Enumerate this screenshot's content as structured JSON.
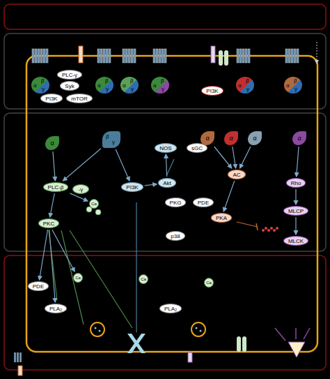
{
  "diagram": {
    "nodes": [
      {
        "text": [
          "α",
          "β",
          "γ"
        ]
      },
      {
        "text": [
          "PLC-γ"
        ]
      },
      {
        "text": [
          "Syk"
        ]
      },
      {
        "text": [
          "PI3K"
        ]
      },
      {
        "text": [
          "mTOR"
        ]
      },
      {
        "text": [
          "α",
          "β",
          "γ"
        ]
      },
      {
        "text": [
          "α",
          "β",
          "γ"
        ]
      },
      {
        "text": [
          "α",
          "β",
          "γ"
        ]
      },
      {
        "text": [
          "PI3K"
        ]
      },
      {
        "text": [
          "α",
          "β",
          "γ"
        ]
      },
      {
        "text": [
          "α",
          "β",
          "γ"
        ]
      },
      {
        "text": [
          "α"
        ]
      },
      {
        "text": [
          "β",
          "γ"
        ]
      },
      {
        "text": [
          "NOS"
        ]
      },
      {
        "text": [
          "sGC"
        ]
      },
      {
        "text": [
          "α"
        ]
      },
      {
        "text": [
          "α"
        ]
      },
      {
        "text": [
          "α"
        ]
      },
      {
        "text": [
          "α"
        ]
      },
      {
        "text": [
          "PLC-β"
        ]
      },
      {
        "text": [
          "-γ"
        ]
      },
      {
        "text": [
          "PI3K"
        ]
      },
      {
        "text": [
          "Akt"
        ]
      },
      {
        "text": [
          "AC"
        ]
      },
      {
        "text": [
          "Rho"
        ]
      },
      {
        "text": [
          "PKG"
        ]
      },
      {
        "text": [
          "PDE"
        ]
      },
      {
        "text": [
          "Ca"
        ]
      },
      {
        "text": [
          "MLCP"
        ]
      },
      {
        "text": [
          "PKA"
        ]
      },
      {
        "text": [
          "PKC"
        ]
      },
      {
        "text": [
          "p38"
        ]
      },
      {
        "text": [
          "MLCK"
        ]
      },
      {
        "text": [
          "Ca"
        ]
      },
      {
        "text": [
          "PDE"
        ]
      },
      {
        "text": [
          "Ca"
        ]
      },
      {
        "text": [
          "Ca"
        ]
      },
      {
        "text": [
          "PLA₂"
        ]
      },
      {
        "text": [
          "PLA₂"
        ]
      }
    ],
    "edges": [
      {
        "from": 11,
        "to": 19,
        "arrow": "to"
      },
      {
        "from": 12,
        "to": 19,
        "arrow": "to"
      },
      {
        "from": 12,
        "to": 21,
        "arrow": "to"
      },
      {
        "from": 21,
        "to": 22,
        "arrow": "to"
      },
      {
        "from": 22,
        "to": 13,
        "arrow": "to"
      },
      {
        "from": 19,
        "to": 30,
        "arrow": "to"
      },
      {
        "from": 19,
        "to": 27,
        "arrow": "to"
      },
      {
        "from": 15,
        "to": 23,
        "arrow": "to"
      },
      {
        "from": 16,
        "to": 23,
        "arrow": "to"
      },
      {
        "from": 17,
        "to": 23,
        "arrow": "to"
      },
      {
        "from": 23,
        "to": 29,
        "arrow": "to"
      },
      {
        "from": 18,
        "to": 24,
        "arrow": "to"
      },
      {
        "from": 24,
        "to": 28,
        "arrow": "to"
      },
      {
        "from": 28,
        "to": 32,
        "arrow": "to"
      },
      {
        "from": 30,
        "to": 33,
        "arrow": "to"
      },
      {
        "from": 30,
        "to": 34,
        "arrow": "to"
      },
      {
        "from": 30,
        "to": 37,
        "arrow": "to"
      }
    ]
  }
}
